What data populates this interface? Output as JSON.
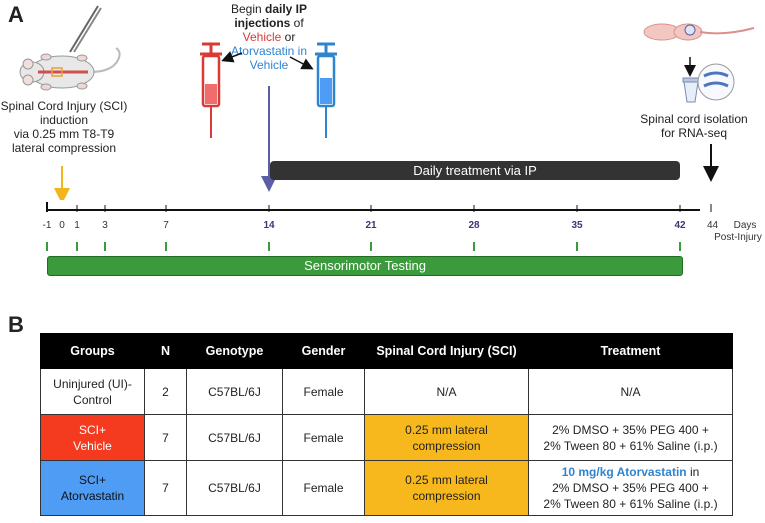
{
  "panel_a": {
    "letter": "A",
    "sci_caption": [
      "Spinal Cord Injury (SCI)",
      "induction",
      "via 0.25 mm T8-T9",
      "lateral compression"
    ],
    "injection": {
      "line1_prefix": "Begin ",
      "line1_bold": "daily IP",
      "line2_bold": "injections",
      "line2_rest": " of",
      "vehicle": "Vehicle",
      "or": " or",
      "atorvastatin": "Atorvastatin in",
      "atorvastatin2": "Vehicle",
      "colors": {
        "vehicle": "#d93a35",
        "atorvastatin": "#2f84cf"
      }
    },
    "isolation_caption": [
      "Spinal cord isolation",
      "for RNA-seq"
    ],
    "treatment_bar": "Daily treatment via IP",
    "testing_bar": "Sensorimotor Testing",
    "timeline_ticks": [
      {
        "label": "-1",
        "bold": false
      },
      {
        "label": "0",
        "bold": false
      },
      {
        "label": "1",
        "bold": false
      },
      {
        "label": "3",
        "bold": false
      },
      {
        "label": "7",
        "bold": false
      },
      {
        "label": "14",
        "bold": true
      },
      {
        "label": "21",
        "bold": true
      },
      {
        "label": "28",
        "bold": true
      },
      {
        "label": "35",
        "bold": true
      },
      {
        "label": "42",
        "bold": true
      }
    ],
    "end_label": "44",
    "axis_unit": [
      "Days",
      "Post-Injury"
    ],
    "colors": {
      "testing_green": "#3b9a3c",
      "treatment_dark": "#333333",
      "timeline_blue": "#3d3575",
      "injury_arrow": "#f2b51b",
      "injection_arrow": "#5a5fa6"
    }
  },
  "panel_b": {
    "letter": "B",
    "headers": [
      "Groups",
      "N",
      "Genotype",
      "Gender",
      "Spinal Cord Injury (SCI)",
      "Treatment"
    ],
    "rows": [
      {
        "group": [
          "Uninjured (UI)-",
          "Control"
        ],
        "n": "2",
        "genotype": "C57BL/6J",
        "gender": "Female",
        "sci": [
          "N/A"
        ],
        "treatment_highlight": "",
        "treatment_highlight_suffix": "",
        "treatment": [
          "N/A"
        ],
        "group_color": "#ffffff",
        "sci_color": "#ffffff"
      },
      {
        "group": [
          "SCI+",
          "Vehicle"
        ],
        "n": "7",
        "genotype": "C57BL/6J",
        "gender": "Female",
        "sci": [
          "0.25 mm lateral",
          "compression"
        ],
        "treatment_highlight": "",
        "treatment_highlight_suffix": "",
        "treatment": [
          "2% DMSO + 35% PEG 400 +",
          "2% Tween 80 + 61% Saline (i.p.)"
        ],
        "group_color": "#f43a1f",
        "sci_color": "#f7b81d"
      },
      {
        "group": [
          "SCI+",
          "Atorvastatin"
        ],
        "n": "7",
        "genotype": "C57BL/6J",
        "gender": "Female",
        "sci": [
          "0.25 mm lateral",
          "compression"
        ],
        "treatment_highlight": "10 mg/kg Atorvastatin",
        "treatment_highlight_suffix": " in",
        "treatment": [
          "2% DMSO + 35% PEG 400 +",
          "2% Tween 80 + 61% Saline (i.p.)"
        ],
        "group_color": "#4f9cf4",
        "sci_color": "#f7b81d"
      }
    ],
    "highlight_color": "#2f84cf"
  }
}
